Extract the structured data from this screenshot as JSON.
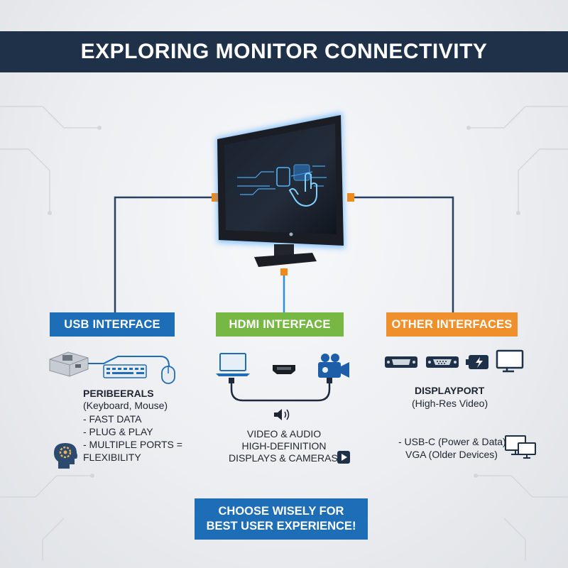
{
  "title": "EXPLORING MONITOR CONNECTIVITY",
  "usb": {
    "label": "USB INTERFACE",
    "heading": "PERIBEERALS",
    "sub": "(Keyboard, Mouse)",
    "points": [
      "- FAST DATA",
      "- PLUG & PLAY",
      "- MULTIPLE PORTS =",
      "FLEXIBILITY"
    ]
  },
  "hdmi": {
    "label": "HDMI INTERFACE",
    "lines": [
      "VIDEO & AUDIO",
      "HIGH-DEFINITION",
      "DISPLAYS & CAMERAS"
    ]
  },
  "other": {
    "label": "OTHER INTERFACES",
    "heading": "DISPLAYPORT",
    "sub": "(High-Res Video)",
    "points": [
      "- USB-C (Power & Data)",
      "VGA (Older Devices)"
    ]
  },
  "cta": [
    "CHOOSE WISELY FOR",
    "BEST USER EXPERIENCE!"
  ],
  "colors": {
    "navy": "#1e3149",
    "blue": "#1e6db7",
    "green": "#76b843",
    "orange": "#f0902c",
    "connector": "#f08a1c",
    "glow": "#3aa0ff"
  }
}
